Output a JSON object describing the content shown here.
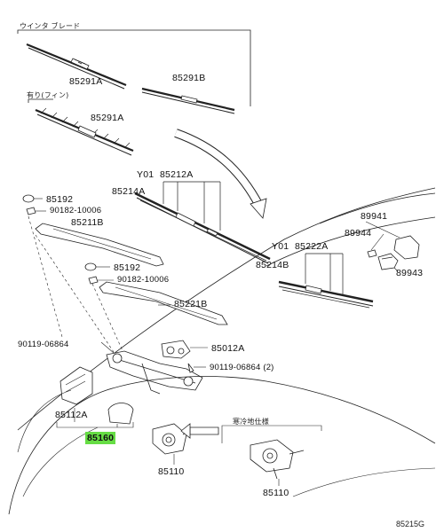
{
  "labels": {
    "winter_blade": "ウインタ ブレード",
    "with_fin": "有り(フィン)",
    "cold_climate": "寒冷地仕様",
    "p85291a_1": "85291A",
    "p85291b": "85291B",
    "p85291a_2": "85291A",
    "y01_a": "Y01",
    "p85212a": "85212A",
    "p85214a": "85214A",
    "p85192_1": "85192",
    "p90182_1": "90182-10006",
    "p85211b": "85211B",
    "p85192_2": "85192",
    "p90182_2": "90182-10006",
    "p85221b": "85221B",
    "p90119_1": "90119-06864",
    "p85012a": "85012A",
    "p90119_2": "90119-06864 (2)",
    "p85112a": "85112A",
    "p85160": "85160",
    "p85110_1": "85110",
    "p85110_2": "85110",
    "p89941": "89941",
    "p89944": "89944",
    "p89943": "89943",
    "y01_b": "Y01",
    "p85222a": "85222A",
    "p85214b": "85214B",
    "ref_code": "85215G"
  },
  "colors": {
    "highlight": "#66dd44",
    "line": "#222222"
  }
}
